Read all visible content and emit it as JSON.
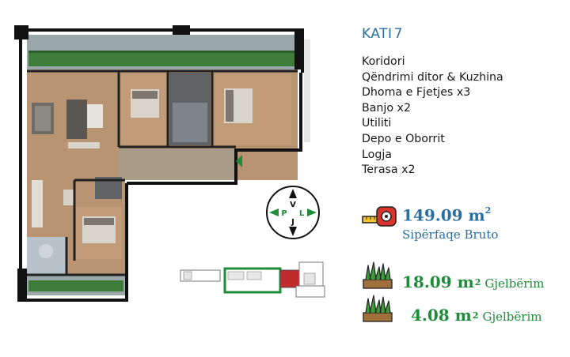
{
  "colors": {
    "title_blue": "#2a6fa0",
    "value_blue": "#2a6fa0",
    "green": "#1e8c3a",
    "tape_red": "#d9342b",
    "wall": "#111111",
    "floor": "#b89472"
  },
  "floor": {
    "label": "KATI",
    "number": "7"
  },
  "rooms": [
    "Koridori",
    "Qëndrimi ditor & Kuzhina",
    "Dhoma e Fjetjes x3",
    "Banjo x2",
    "Utiliti",
    "Depo e Oborrit",
    "Logja",
    "Terasa x2"
  ],
  "compass": {
    "letters": [
      "V",
      "L",
      "J",
      "P"
    ]
  },
  "gross_area": {
    "value": "149.09 m",
    "unit_sup": "2",
    "label": "Sipërfaqe Bruto"
  },
  "green_areas": [
    {
      "value": "18.09 m",
      "unit_sup": "2",
      "label": "Gjelbërim"
    },
    {
      "value": "4.08 m",
      "unit_sup": "2",
      "label": "Gjelbërim"
    }
  ],
  "icons": [
    "measuring-tape-icon",
    "compass-icon",
    "grass-icon",
    "building-location-icon",
    "entrance-arrow-icon"
  ]
}
